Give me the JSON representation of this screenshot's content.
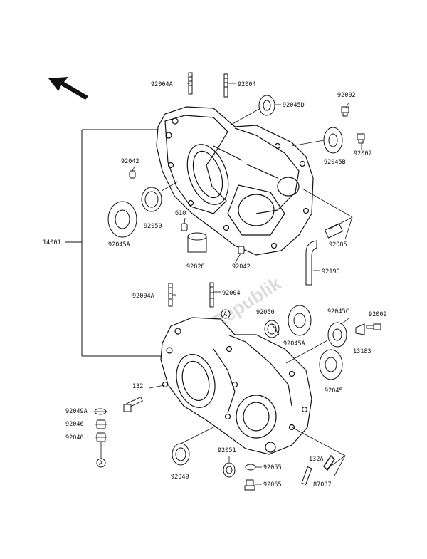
{
  "labels": {
    "p92004A_top": "92004A",
    "p92004_top": "92004",
    "p92045D": "92045D",
    "p92002_a": "92002",
    "p92002_b": "92002",
    "p92045B": "92045B",
    "p92042_a": "92042",
    "p610": "610",
    "p92050_a": "92050",
    "p92045A_a": "92045A",
    "p14001": "14001",
    "p92005": "92005",
    "p92028": "92028",
    "p92042_b": "92042",
    "p92190": "92190",
    "p92004A_bot": "92004A",
    "p92004_bot": "92004",
    "marker_A_top": "A",
    "p92050_b": "92050",
    "p92045C": "92045C",
    "p92009": "92009",
    "p92045A_b": "92045A",
    "p13183": "13183",
    "p92045": "92045",
    "p132": "132",
    "p92049A": "92049A",
    "p92046_a": "92046",
    "p92046_b": "92046",
    "marker_A_bot": "A",
    "p92051": "92051",
    "p92055": "92055",
    "p132A": "132A",
    "p92049": "92049",
    "p92065": "92065",
    "p87037": "87037"
  },
  "watermark": "PartsRepublik",
  "icons": [
    "front-direction-arrow-icon"
  ]
}
